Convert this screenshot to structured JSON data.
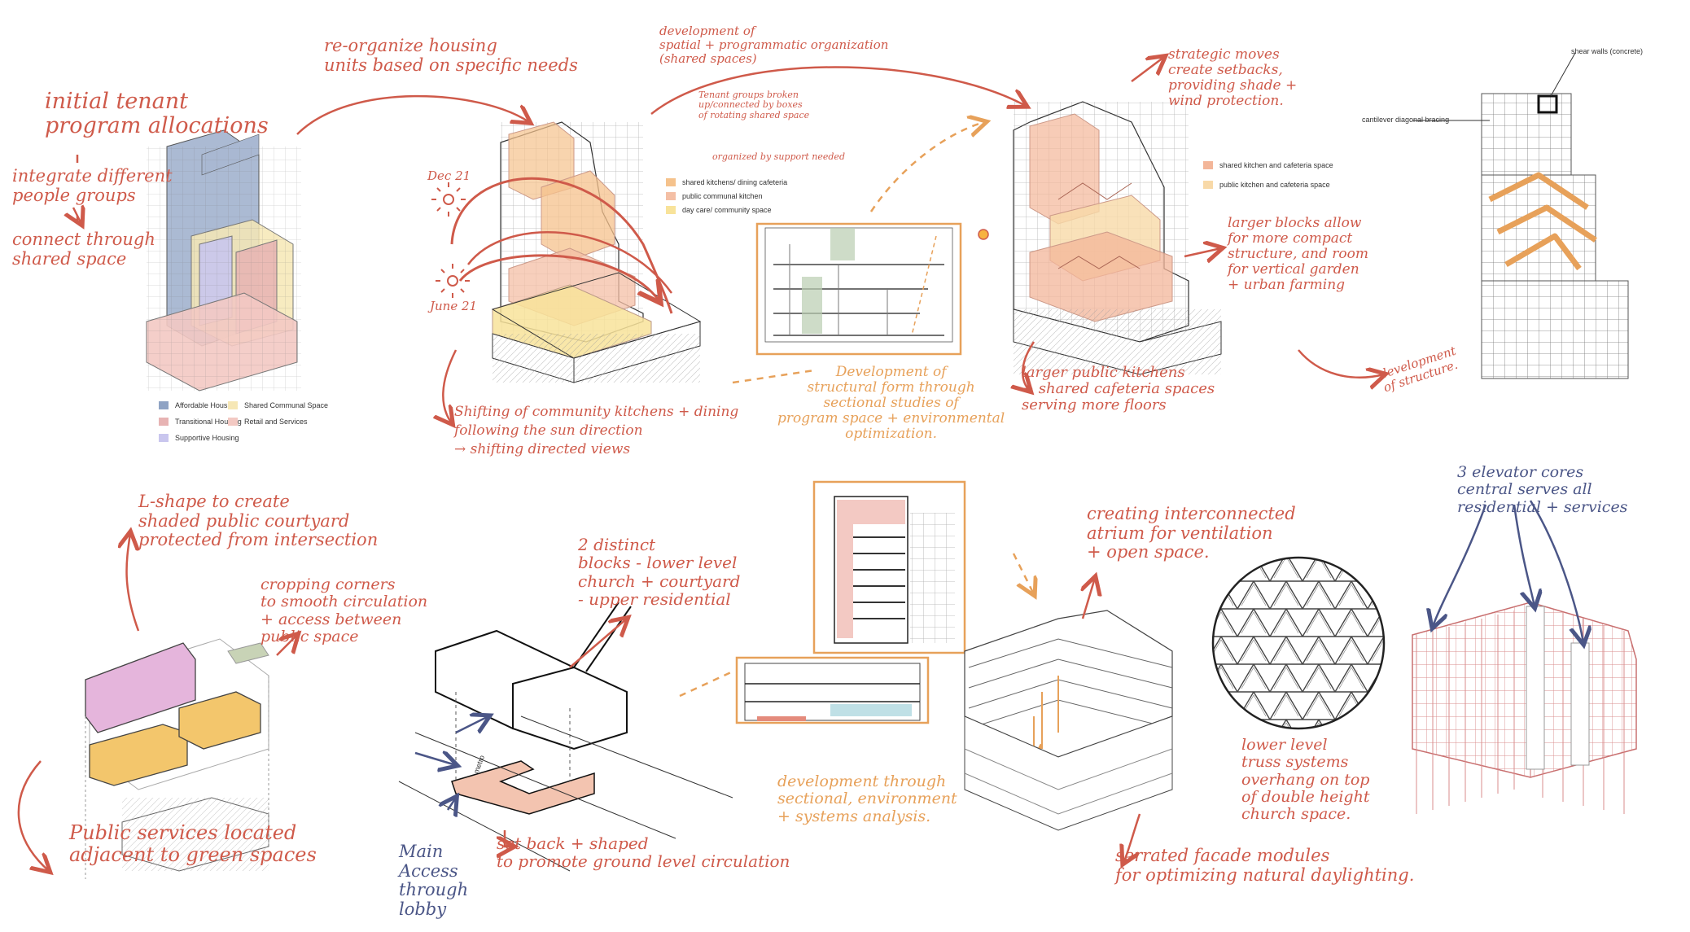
{
  "colors": {
    "red": "#cf5a4a",
    "orange": "#e7a15a",
    "blue_ink": "#4b5687",
    "affordable": "#8fa3c4",
    "transitional": "#e7b3b3",
    "supportive": "#c9c6ee",
    "shared_communal": "#f6e7b5",
    "retail_services": "#f3c9c3",
    "kitchen_dining": "#f5c28c",
    "public_kitchen": "#f4bfa5",
    "daycare": "#f8e39a",
    "pink_block": "#e5b5dc",
    "yellow_block": "#f3c66c",
    "green_space": "#c8d3b6"
  },
  "annotations": {
    "initial_tenant": "initial tenant\nprogram allocations",
    "integrate_groups": "integrate different\npeople groups",
    "connect_shared": "connect through\nshared space",
    "reorganize_housing": "re-organize housing\nunits based on specific needs",
    "development_spatial": "development of\nspatial + programmatic organization\n(shared spaces)",
    "tenant_groups_note": "Tenant groups broken\nup/connected by boxes\nof rotating shared space",
    "organized_support": "organized by support needed",
    "dec21": "Dec 21",
    "june21": "June 21",
    "shifting_kitchens": "Shifting of community kitchens + dining\nfollowing the sun direction\n→ shifting directed views",
    "structural_form": "Development of\nstructural form through\nsectional studies of\nprogram space + environmental\noptimization.",
    "strategic_moves": "strategic moves\ncreate setbacks,\nproviding shade +\nwind protection.",
    "larger_blocks": "larger blocks allow\nfor more compact\nstructure, and room\nfor vertical garden\n+ urban farming",
    "larger_kitchens": "larger public kitchens\n+ shared cafeteria spaces\nserving more floors",
    "development_structure": "development\nof structure.",
    "l_shape": "L-shape to create\nshaded public courtyard\nprotected from intersection",
    "cropping_corners": "cropping corners\nto smooth circulation\n+ access between\npublic space",
    "public_services": "Public services located\nadjacent to green spaces",
    "two_blocks": "2 distinct\nblocks - lower level\nchurch + courtyard\n- upper residential",
    "main_access": "Main\nAccess\nthrough\nlobby",
    "set_back": "set back + shaped\nto promote ground level circulation",
    "development_sectional": "development through\nsectional, environment\n+ systems analysis.",
    "atrium": "creating interconnected\natrium for ventilation\n+ open space.",
    "serrated": "serrated facade modules\nfor optimizing natural daylighting.",
    "elevator_cores": "3 elevator cores\ncentral serves all\nresidential + services",
    "truss": "lower level\ntruss systems\noverhang on top\nof double height\nchurch space."
  },
  "legend1": [
    {
      "label": "Affordable Housing",
      "color": "#8fa3c4"
    },
    {
      "label": "Transitional Housing",
      "color": "#e7b3b3"
    },
    {
      "label": "Supportive Housing",
      "color": "#c9c6ee"
    },
    {
      "label": "Shared Communal Space",
      "color": "#f6e7b5"
    },
    {
      "label": "Retail and Services",
      "color": "#f3c9c3"
    }
  ],
  "legend2": [
    {
      "label": "shared kitchens/ dining cafeteria",
      "color": "#f5c28c"
    },
    {
      "label": "public communal kitchen",
      "color": "#f4bfa5"
    },
    {
      "label": "day care/ community space",
      "color": "#f8e39a"
    }
  ],
  "legend3": [
    {
      "label": "shared kitchen and cafeteria space",
      "color": "#f3b699"
    },
    {
      "label": "public kitchen and cafeteria space",
      "color": "#f8d9a8"
    }
  ],
  "labels": {
    "shear_walls": "shear walls (concrete)",
    "cantilever": "cantilever diagonal bracing",
    "metro": "metro"
  }
}
